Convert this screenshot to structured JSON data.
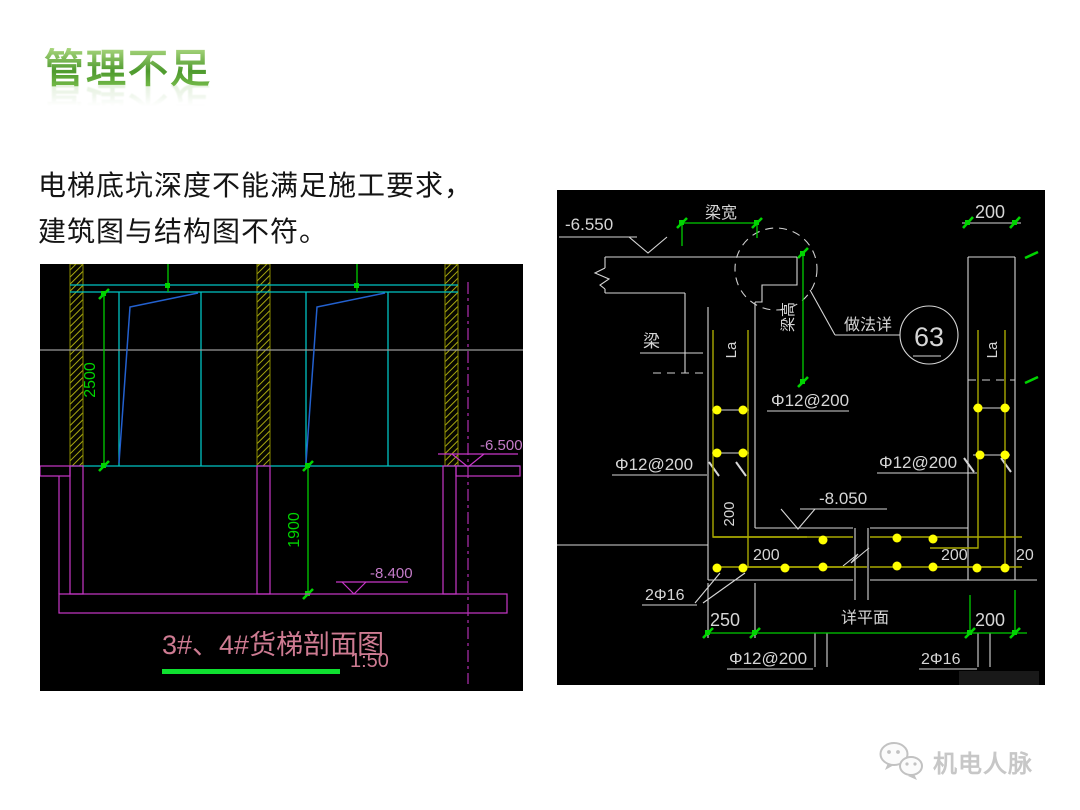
{
  "slide": {
    "title": "管理不足",
    "body": [
      "电梯底坑深度不能满足施工要求，",
      "建筑图与结构图不符。"
    ],
    "watermark": {
      "icon": "wechat-bubbles-icon",
      "label": "机电人脉"
    }
  },
  "section_figure": {
    "caption": "3#、4#货梯剖面图",
    "scale": "1:50",
    "dims": {
      "d2500": "2500",
      "d1900": "1900"
    },
    "levels": {
      "l6500": "-6.500",
      "l8400": "-8.400"
    }
  },
  "detail_figure": {
    "levels": {
      "l6550": "-6.550",
      "l8050": "-8.050"
    },
    "labels": {
      "beam_width": "梁宽",
      "beam_height": "梁高",
      "beam": "梁",
      "method_note": "做法详",
      "bubble_no": "63",
      "la": "La",
      "see_plan": "详平面",
      "rebar_12_200": "Φ12@200",
      "rebar_2_16": "2Φ16"
    },
    "dims": {
      "d200": "200",
      "d250": "250",
      "d200_clip": "20"
    }
  },
  "colors": {
    "title_green": "#5fa33a",
    "cad_cyan": "#00c2c2",
    "cad_green": "#00d400",
    "cad_yellow": "#ffff00",
    "cad_olive": "#a8a800",
    "cad_magenta": "#d23cd2",
    "cad_pink": "#ce7b92",
    "cad_blue": "#2361cf",
    "cad_white": "#d6d6d6"
  }
}
